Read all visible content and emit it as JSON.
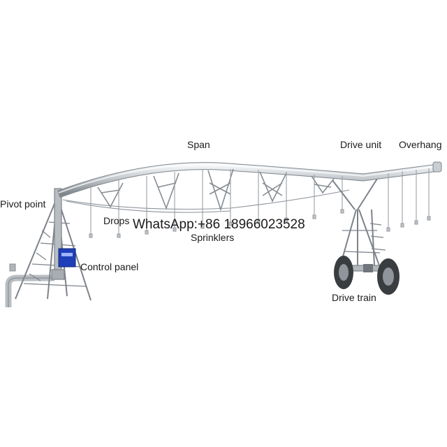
{
  "labels": {
    "span": "Span",
    "drive_unit": "Drive unit",
    "overhang": "Overhang",
    "pivot_point": "Pivot point",
    "drops": "Drops",
    "sprinklers": "Sprinklers",
    "control_panel": "Control panel",
    "drive_train": "Drive train"
  },
  "watermark": "WhatsApp:+86 18966023528",
  "colors": {
    "metal": "#8f9499",
    "metal_dark": "#6f757b",
    "metal_light": "#d6dade",
    "panel": "#1f3fb8",
    "tire": "#3a3d40"
  }
}
